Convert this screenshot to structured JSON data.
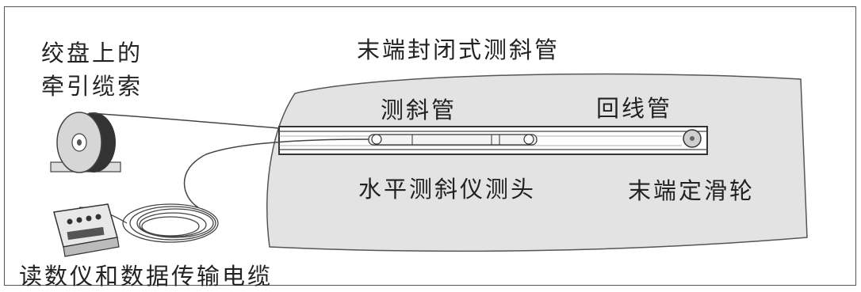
{
  "labels": {
    "winch_cable_line1": "绞盘上的",
    "winch_cable_line2": "牵引缆索",
    "closed_end_casing": "末端封闭式测斜管",
    "inclinometer_casing": "测斜管",
    "return_pipe": "回线管",
    "horizontal_probe": "水平测斜仪测头",
    "end_pulley": "末端定滑轮",
    "readout_unit_and_cable": "读数仪和数据传输电缆"
  },
  "colors": {
    "ground": "#e3e3e3",
    "outline": "#555555",
    "text": "#222222"
  }
}
